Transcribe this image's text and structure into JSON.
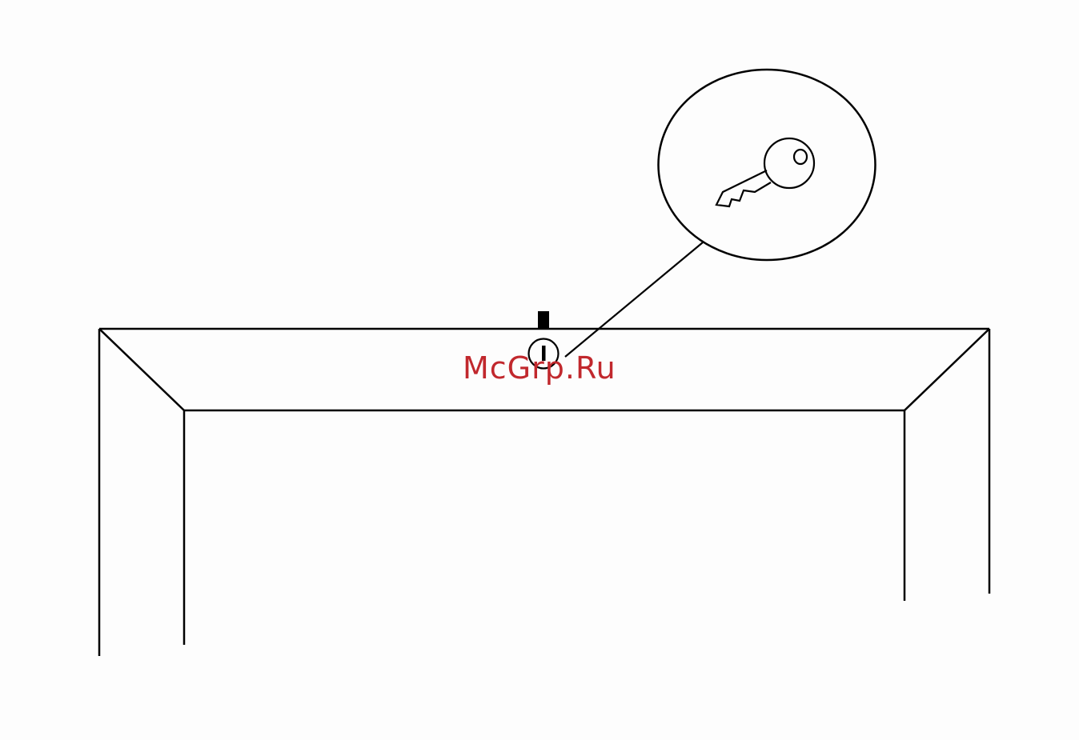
{
  "diagram": {
    "subject": "cabinet-frame-with-key-lock",
    "icons": {
      "lock": "lock-cylinder-icon",
      "key": "key-icon",
      "callout": "magnified-callout"
    },
    "stroke_color": "#000000",
    "watermark": {
      "text": "McGrp.Ru",
      "color": "#c1282d"
    }
  }
}
